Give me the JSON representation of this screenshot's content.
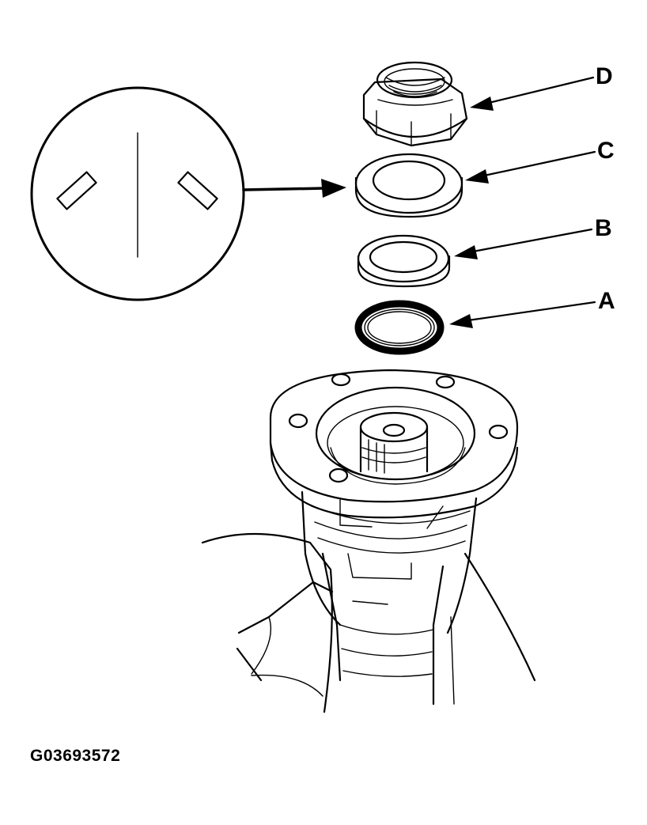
{
  "labels": {
    "a": "A",
    "b": "B",
    "c": "C",
    "d": "D"
  },
  "figure_id": "G03693572",
  "colors": {
    "ink": "#000000",
    "paper": "#ffffff"
  }
}
